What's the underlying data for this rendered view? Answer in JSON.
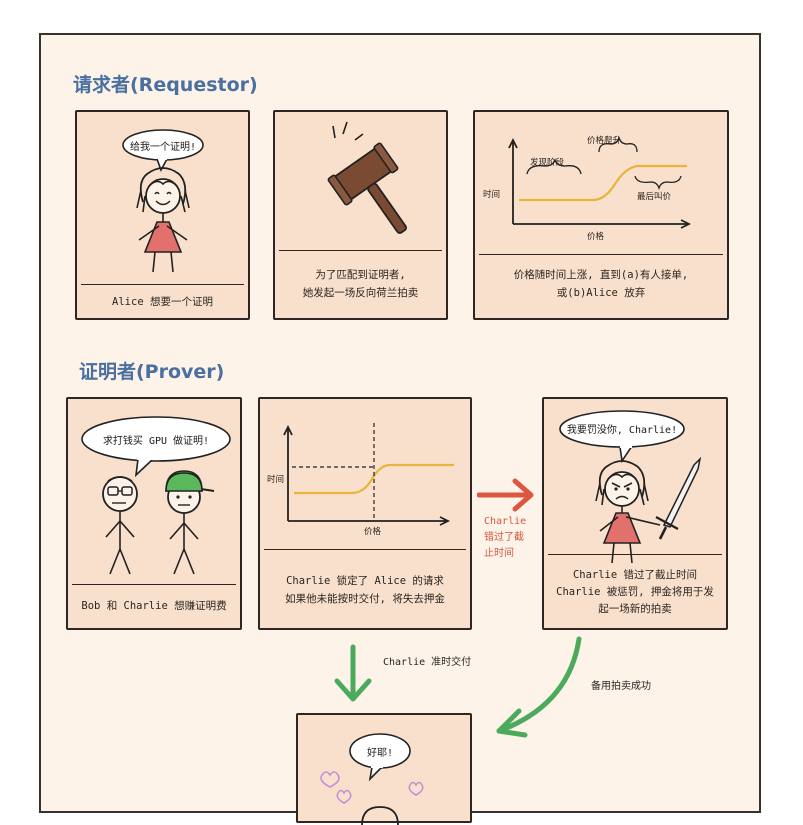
{
  "sections": {
    "requestor_title": "请求者(Requestor)",
    "prover_title": "证明者(Prover)"
  },
  "panel1": {
    "bubble": "给我一个证明!",
    "caption": "Alice 想要一个证明"
  },
  "panel2": {
    "caption_line1": "为了匹配到证明者,",
    "caption_line2": "她发起一场反向荷兰拍卖"
  },
  "panel3": {
    "label_discovery": "发现阶段",
    "label_price_rise": "价格爬升",
    "label_last_call": "最后叫价",
    "axis_y": "时间",
    "axis_x": "价格",
    "caption_line1": "价格随时间上涨, 直到(a)有人接单,",
    "caption_line2": "或(b)Alice 放弃"
  },
  "panel4": {
    "bubble": "求打钱买 GPU 做证明!",
    "caption": "Bob 和 Charlie 想赚证明费"
  },
  "panel5": {
    "axis_y": "时间",
    "axis_x": "价格",
    "caption_line1": "Charlie 锁定了 Alice 的请求",
    "caption_line2": "如果他未能按时交付, 将失去押金"
  },
  "panel6": {
    "bubble": "我要罚没你, Charlie!",
    "caption_line1": "Charlie 错过了截止时间",
    "caption_line2": "Charlie 被惩罚, 押金将用于发",
    "caption_line3": "起一场新的拍卖"
  },
  "panel7": {
    "bubble": "好耶!"
  },
  "flow": {
    "missed_line1": "Charlie",
    "missed_line2": "错过了截",
    "missed_line3": "止时间",
    "on_time": "Charlie 准时交付",
    "backup": "备用拍卖成功"
  },
  "colors": {
    "title_blue": "#4a6fa1",
    "panel_fill": "#f8e0cc",
    "sheet_fill": "#fdf3e9",
    "dress_red": "#e2706c",
    "curve_yellow": "#e8b43a",
    "gavel_brown": "#7a4a32",
    "arrow_red": "#dd5640",
    "arrow_green": "#4caa5c",
    "cap_green": "#5cb85c",
    "heart_purple": "#c58fd6"
  }
}
